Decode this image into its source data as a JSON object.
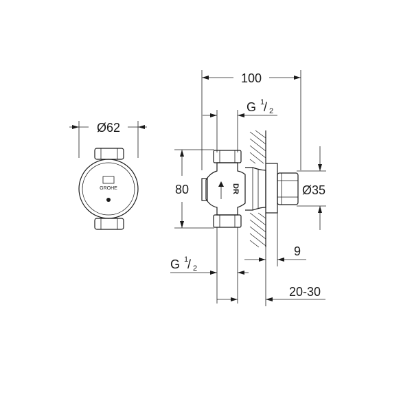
{
  "dimensions": {
    "total_depth": "100",
    "thread_top_g": "G",
    "thread_top_frac_num": "1",
    "thread_top_frac_den": "2",
    "front_diameter": "Ø62",
    "body_height": "80",
    "cap_diameter": "Ø35",
    "plate_thickness": "9",
    "thread_bottom_g": "G",
    "thread_bottom_frac_num": "1",
    "thread_bottom_frac_den": "2",
    "wall_range": "20-30"
  },
  "front_view": {
    "logo_text": "GROHE"
  },
  "side_view": {
    "body_marking": "DR"
  }
}
